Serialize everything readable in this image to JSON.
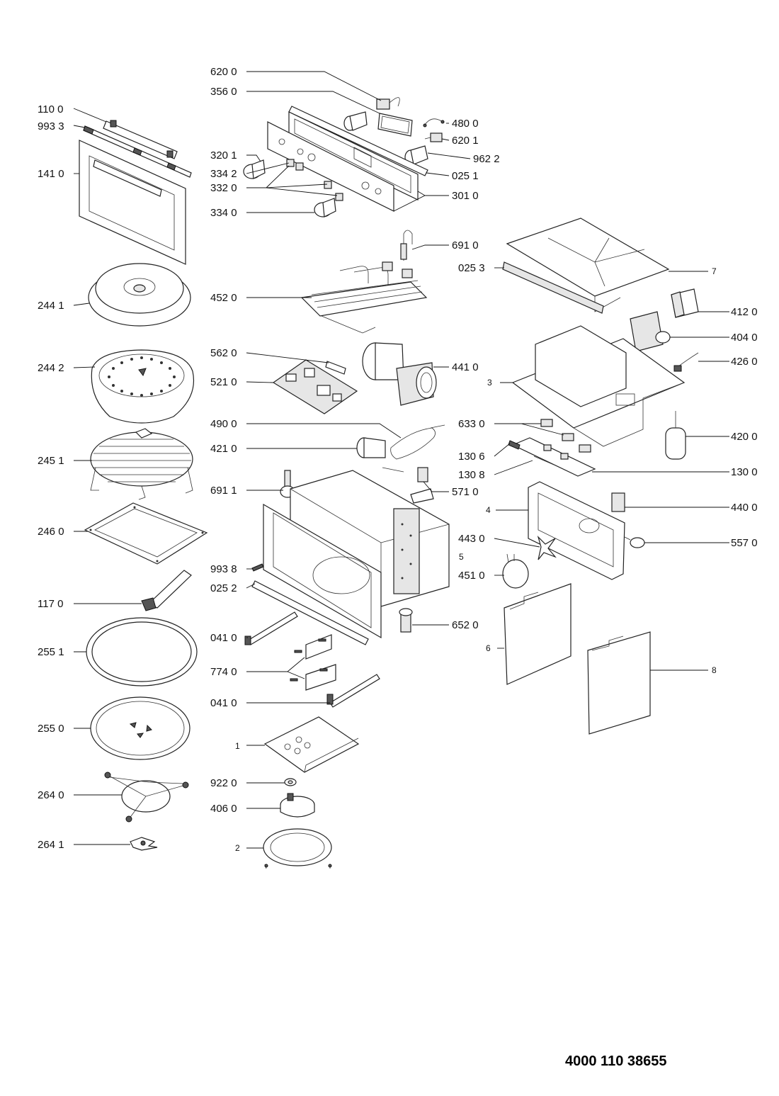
{
  "labels": {
    "p620_0": "620 0",
    "p356_0": "356 0",
    "p110_0": "110 0",
    "p993_3": "993 3",
    "p480_0": "480 0",
    "p620_1": "620 1",
    "p320_1": "320 1",
    "p962_2": "962 2",
    "p141_0": "141 0",
    "p334_2": "334 2",
    "p025_1": "025 1",
    "p332_0": "332 0",
    "p301_0": "301 0",
    "p334_0": "334 0",
    "p691_0": "691 0",
    "p025_3": "025 3",
    "p7": "7",
    "p244_1": "244 1",
    "p452_0": "452 0",
    "p412_0": "412 0",
    "p404_0": "404 0",
    "p562_0": "562 0",
    "p426_0": "426 0",
    "p244_2": "244 2",
    "p441_0": "441 0",
    "p521_0": "521 0",
    "p3": "3",
    "p490_0": "490 0",
    "p633_0": "633 0",
    "p420_0": "420 0",
    "p421_0": "421 0",
    "p245_1": "245 1",
    "p130_6": "130 6",
    "p130_8": "130 8",
    "p130_0": "130 0",
    "p691_1": "691 1",
    "p571_0": "571 0",
    "p4": "4",
    "p440_0": "440 0",
    "p246_0": "246 0",
    "p443_0": "443 0",
    "p557_0": "557 0",
    "p5": "5",
    "p993_8": "993 8",
    "p451_0": "451 0",
    "p025_2": "025 2",
    "p117_0": "117 0",
    "p652_0": "652 0",
    "p041_0a": "041 0",
    "p6": "6",
    "p255_1": "255 1",
    "p774_0": "774 0",
    "p8": "8",
    "p041_0b": "041 0",
    "p255_0": "255 0",
    "p1": "1",
    "p922_0": "922 0",
    "p264_0": "264 0",
    "p406_0": "406 0",
    "p2": "2",
    "p264_1": "264 1"
  },
  "document_number": "4000 110 38655"
}
